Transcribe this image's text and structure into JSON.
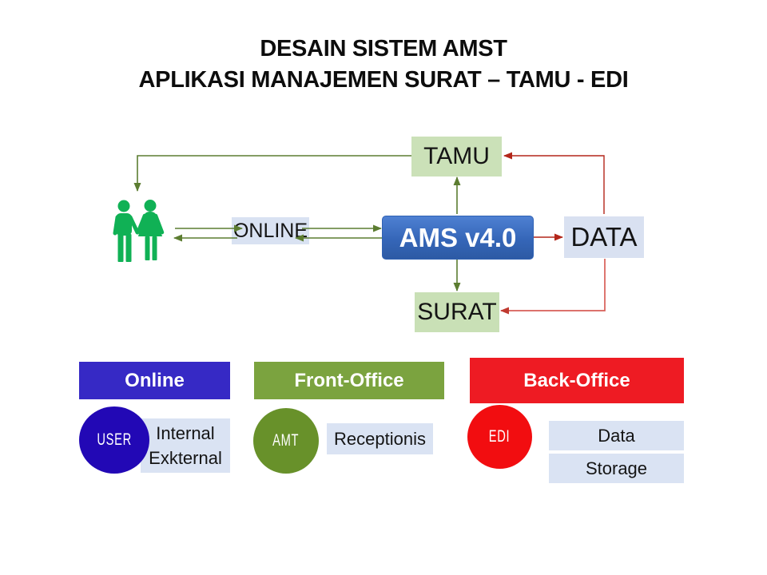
{
  "slide_title": {
    "line1": "DESAIN SISTEM AMST",
    "line2": "APLIKASI MANAJEMEN SURAT – TAMU - EDI"
  },
  "flow": {
    "tamu_label": "TAMU",
    "ams_label": "AMS v4.0",
    "data_label": "DATA",
    "surat_label": "SURAT",
    "online_label": "ONLINE",
    "users_icon": "couple-icon"
  },
  "sections": [
    {
      "header": "Online",
      "circle_label": "USER",
      "items": [
        "Internal",
        "Exkternal"
      ]
    },
    {
      "header": "Front-Office",
      "circle_label": "AMT",
      "items": [
        "Receptionis"
      ]
    },
    {
      "header": "Back-Office",
      "circle_label": "EDI",
      "items": [
        "Data",
        "Storage"
      ]
    }
  ],
  "colors": {
    "flow_green_box": "#cbe1b8",
    "flow_blue_box": "#d9e2f2",
    "ams_blue_top": "#4e80d2",
    "ams_blue_bottom": "#2d5aa4",
    "arrow_green": "#5c7d31",
    "arrow_red": "#b3261a",
    "arrow_red_light": "#d75f58",
    "people_green": "#10b155",
    "online_header_bg": "#3629c5",
    "user_circle_bg": "#2208b5",
    "front_office_header_bg": "#7ba33f",
    "amt_circle_bg": "#68912a",
    "back_office_header_bg": "#ee1b23",
    "edi_circle_bg": "#f20d10"
  }
}
